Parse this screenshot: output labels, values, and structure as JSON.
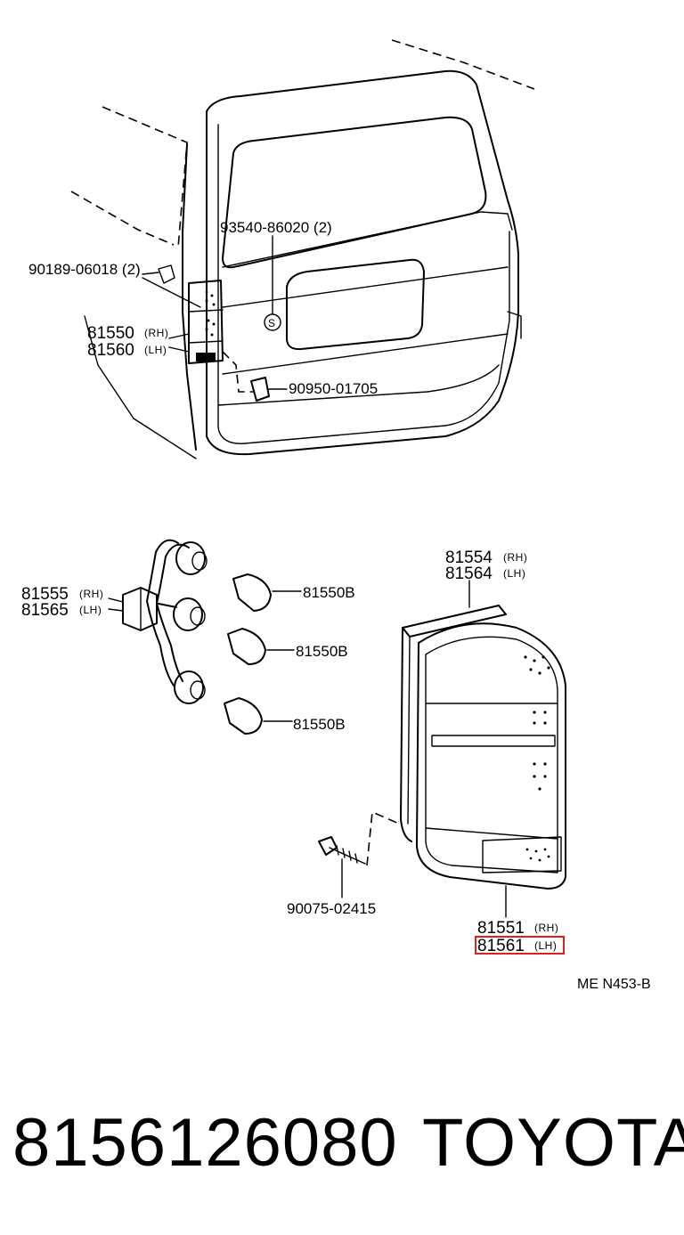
{
  "upper_labels": {
    "screw_upper": "93540-86020 (2)",
    "clip": "90189-06018 (2)",
    "lamp_rh": "81550",
    "lamp_lh": "81560",
    "plug": "90950-01705",
    "rh": "(RH)",
    "lh": "(LH)",
    "s_mark": "S"
  },
  "lower_labels": {
    "gasket_rh": "81554",
    "gasket_lh": "81564",
    "socket_rh": "81555",
    "socket_lh": "81565",
    "bulb_1": "81550B",
    "bulb_2": "81550B",
    "bulb_3": "81550B",
    "screw": "90075-02415",
    "lens_rh": "81551",
    "lens_lh": "81561",
    "rh": "(RH)",
    "lh": "(LH)"
  },
  "diagram_code": "ME N453-B",
  "highlight": {
    "target": "81561 (LH)",
    "color": "#e02020"
  },
  "footer": {
    "part_number": "8156126080",
    "brand": "TOYOTA"
  }
}
